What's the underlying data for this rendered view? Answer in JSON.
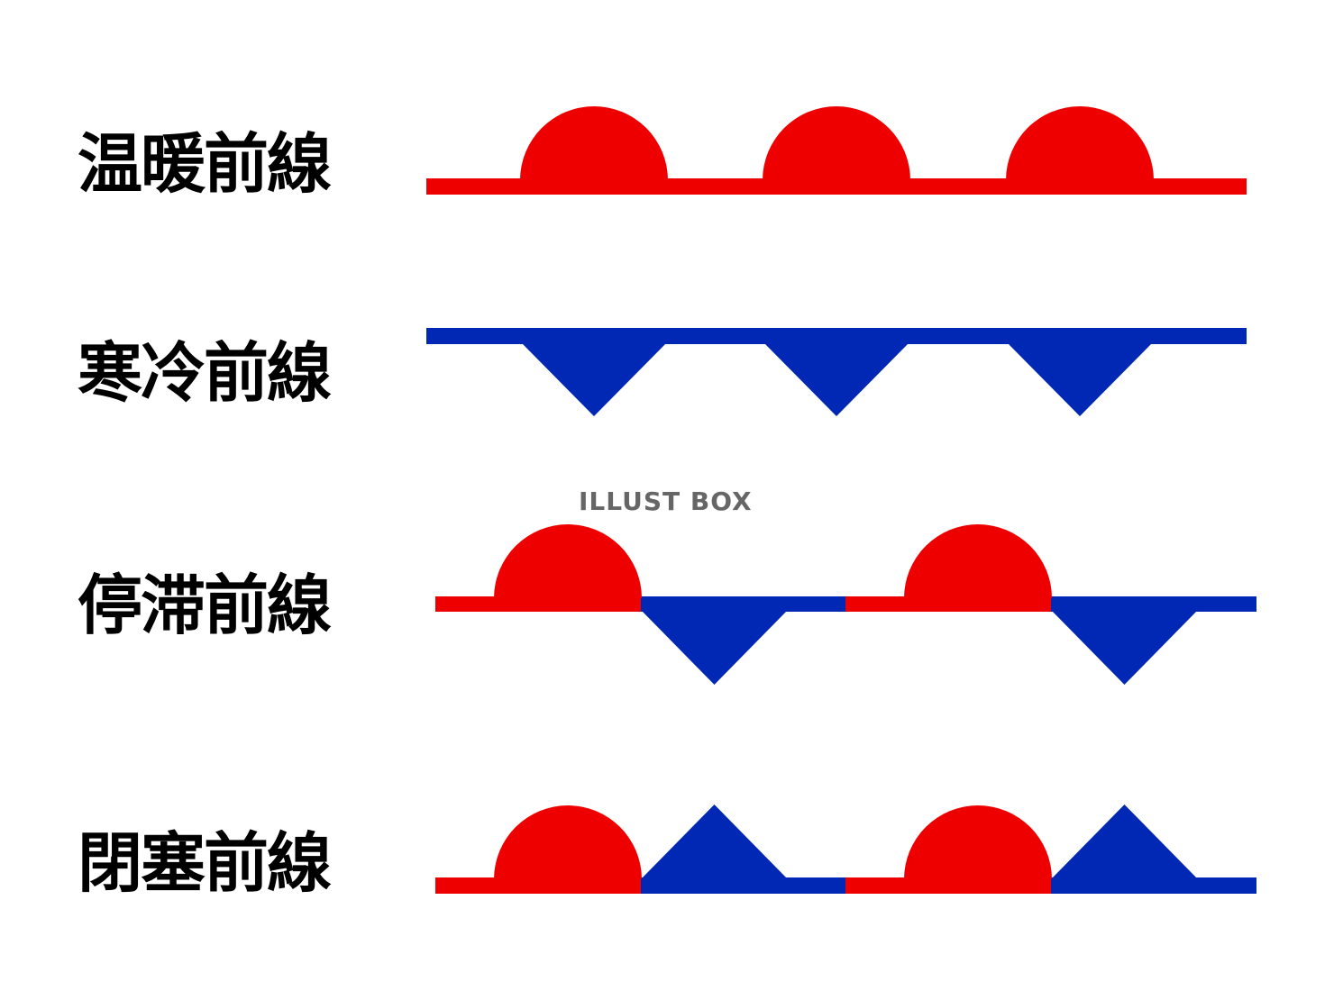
{
  "colors": {
    "warm": "#ee0000",
    "cold": "#0028b4",
    "label": "#000000",
    "watermark": "#666666",
    "background": "#ffffff"
  },
  "fronts": [
    {
      "key": "warm",
      "label": "温暖前線"
    },
    {
      "key": "cold",
      "label": "寒冷前線"
    },
    {
      "key": "stationary",
      "label": "停滞前線"
    },
    {
      "key": "occluded",
      "label": "閉塞前線"
    }
  ],
  "watermark": "ILLUST BOX"
}
